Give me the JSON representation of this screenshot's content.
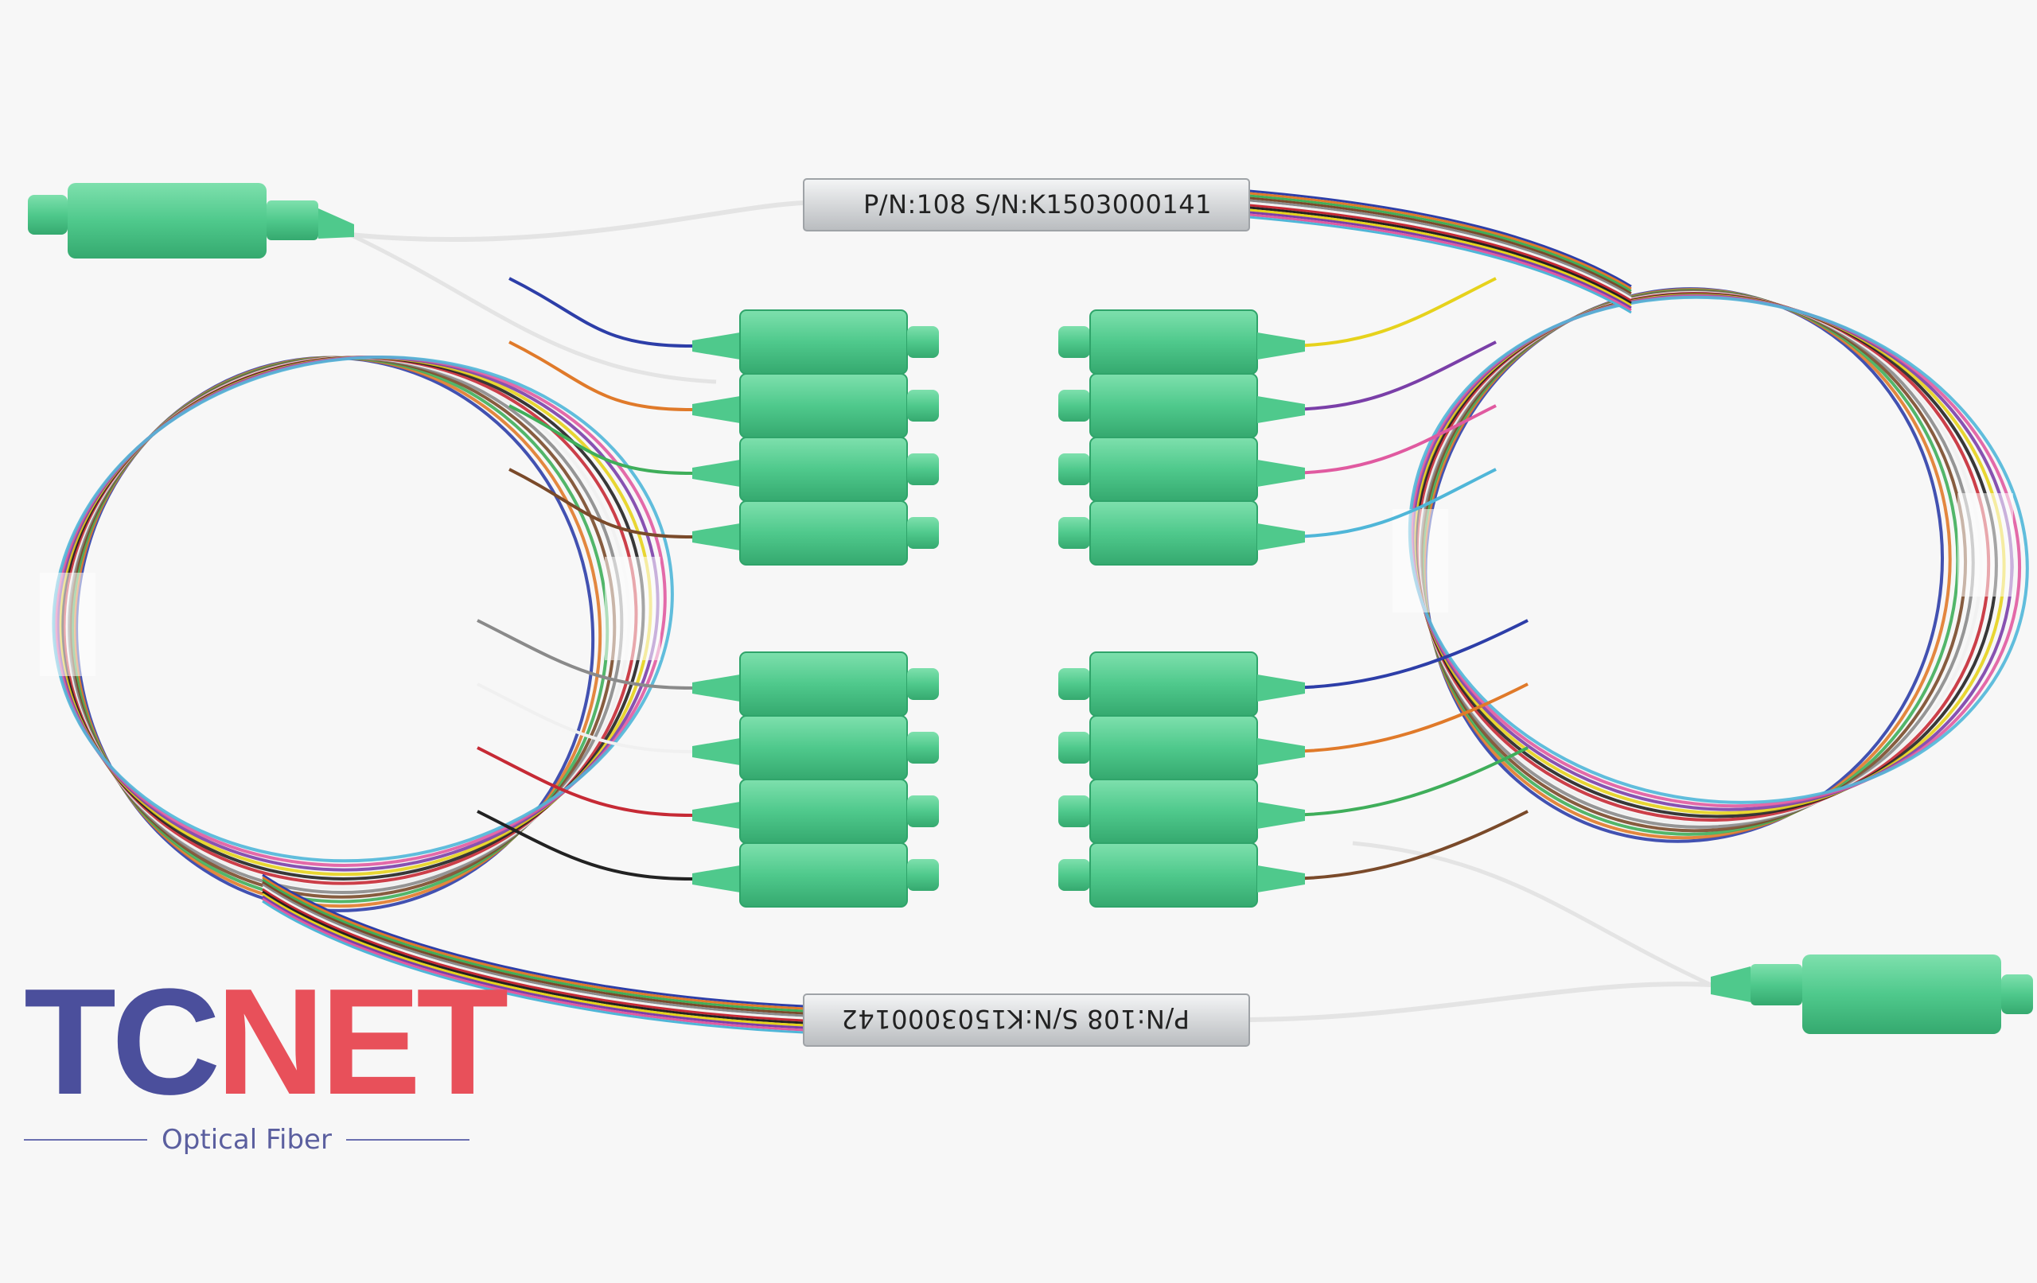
{
  "splitter_top": {
    "label": "P/N:108 S/N:K1503000141"
  },
  "splitter_bottom": {
    "label": "P/N:108 S/N:K1503000142"
  },
  "logo": {
    "word_part1": "TC",
    "word_part2": "NET",
    "tagline": "Optical Fiber"
  },
  "colors": {
    "connector_green": "#4fc98c",
    "connector_dark": "#2fa46a",
    "logo_blue": "#4b4f9c",
    "logo_red": "#e8505a",
    "splitter_steel": "#d9dbdd"
  },
  "fiber_colors": [
    "#2d3ea8",
    "#e07a2a",
    "#3fae5a",
    "#7a4a2a",
    "#8a8a8a",
    "#f0f0f0",
    "#c62a35",
    "#222222",
    "#e6d21c",
    "#7a3fa8",
    "#e05aa0",
    "#4fb6d8"
  ]
}
